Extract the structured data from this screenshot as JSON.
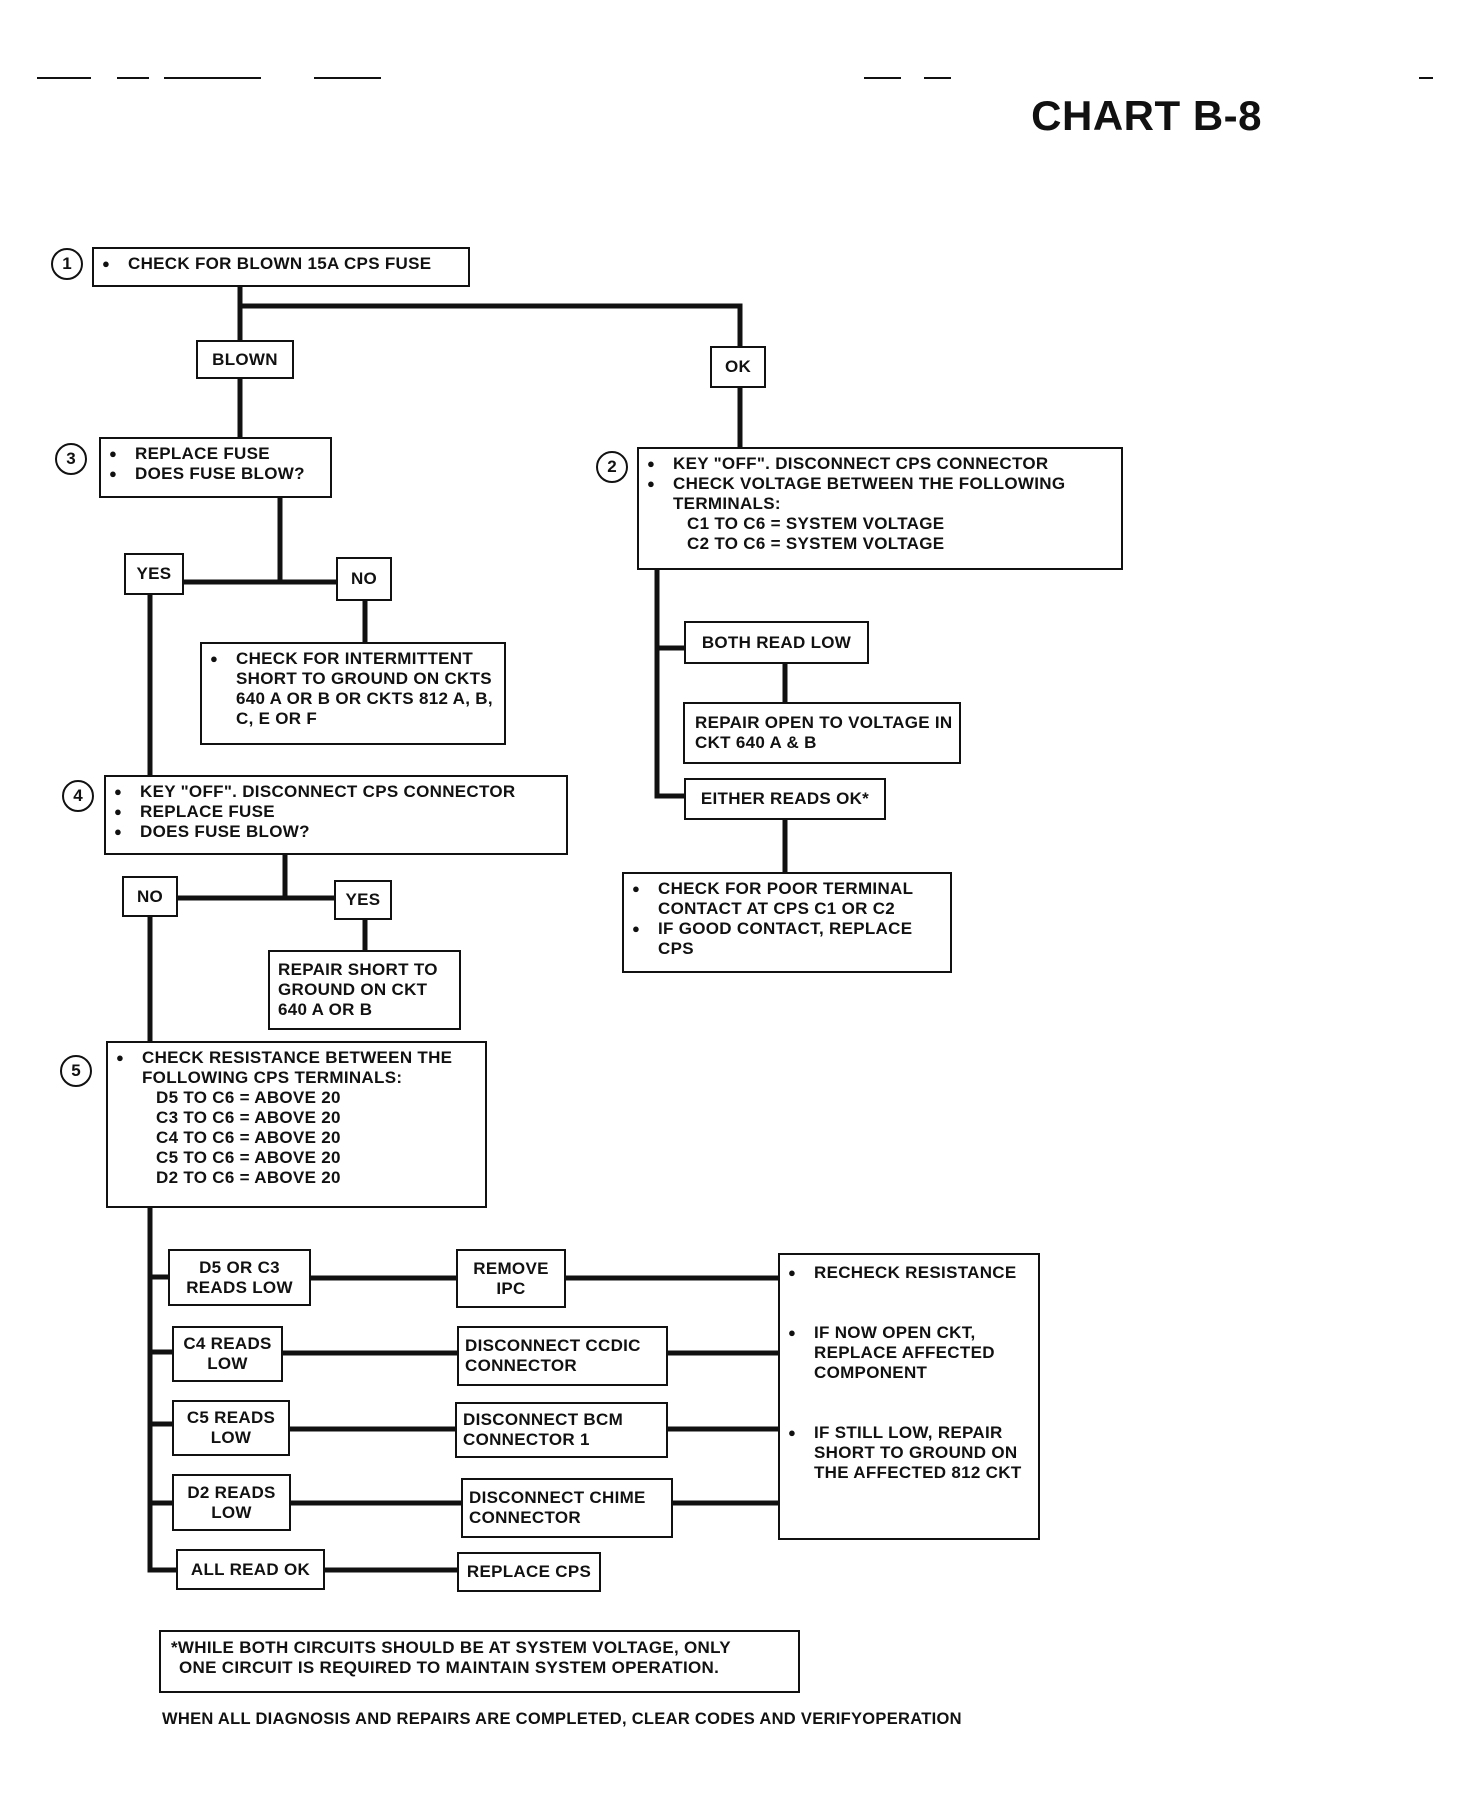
{
  "title": "CHART B-8",
  "steps": {
    "s1": {
      "num": "1",
      "lines": [
        "CHECK FOR BLOWN 15A CPS FUSE"
      ]
    },
    "s2": {
      "num": "2",
      "lines": [
        "KEY \"OFF\". DISCONNECT CPS CONNECTOR",
        "CHECK VOLTAGE BETWEEN THE FOLLOWING TERMINALS:"
      ],
      "sub": [
        "C1 TO C6 = SYSTEM VOLTAGE",
        "C2 TO C6 = SYSTEM VOLTAGE"
      ]
    },
    "s3": {
      "num": "3",
      "lines": [
        "REPLACE FUSE",
        "DOES FUSE BLOW?"
      ]
    },
    "s4": {
      "num": "4",
      "lines": [
        "KEY \"OFF\". DISCONNECT CPS CONNECTOR",
        "REPLACE FUSE",
        "DOES FUSE BLOW?"
      ]
    },
    "s5": {
      "num": "5",
      "lines": [
        "CHECK RESISTANCE BETWEEN THE FOLLOWING CPS TERMINALS:"
      ],
      "sub": [
        "D5 TO C6 = ABOVE 20",
        "C3 TO C6 = ABOVE 20",
        "C4 TO C6 = ABOVE 20",
        "C5 TO C6 = ABOVE 20",
        "D2 TO C6 = ABOVE 20"
      ]
    }
  },
  "labels": {
    "blown": "BLOWN",
    "ok": "OK",
    "yes1": "YES",
    "no1": "NO",
    "no2": "NO",
    "yes2": "YES",
    "both_low": "BOTH READ LOW",
    "either_ok": "EITHER READS OK*",
    "d5c3": "D5 OR C3 READS LOW",
    "c4": "C4 READS LOW",
    "c5": "C5 READS LOW",
    "d2": "D2 READS LOW",
    "all_ok": "ALL READ OK"
  },
  "actions": {
    "intermittent": [
      "CHECK FOR INTERMITTENT SHORT TO GROUND ON CKTS 640 A OR B OR CKTS 812 A, B, C, E OR F"
    ],
    "repair_open": "REPAIR OPEN TO VOLTAGE IN CKT 640 A & B",
    "poor_contact": [
      "CHECK FOR POOR TERMINAL CONTACT AT CPS C1 OR C2",
      "IF GOOD CONTACT, REPLACE CPS"
    ],
    "repair_short": "REPAIR SHORT TO GROUND ON CKT 640 A OR B",
    "remove_ipc": "REMOVE IPC",
    "disc_ccdic": "DISCONNECT CCDIC CONNECTOR",
    "disc_bcm": "DISCONNECT BCM CONNECTOR 1",
    "disc_chime": "DISCONNECT CHIME CONNECTOR",
    "replace_cps": "REPLACE CPS",
    "recheck": [
      "RECHECK RESISTANCE",
      "IF NOW OPEN CKT, REPLACE AFFECTED COMPONENT",
      "IF STILL LOW, REPAIR SHORT TO GROUND ON THE AFFECTED 812 CKT"
    ]
  },
  "note": [
    "*WHILE BOTH CIRCUITS SHOULD BE AT SYSTEM VOLTAGE, ONLY",
    "ONE CIRCUIT IS REQUIRED TO MAINTAIN SYSTEM OPERATION."
  ],
  "footer": "WHEN ALL DIAGNOSIS AND REPAIRS ARE COMPLETED, CLEAR CODES AND VERIFYOPERATION"
}
